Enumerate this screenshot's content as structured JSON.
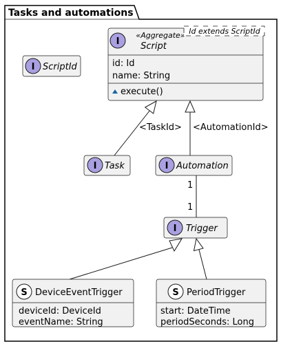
{
  "package": {
    "title": "Tasks and automations"
  },
  "classes": {
    "script": {
      "kind": "I",
      "stereotype": "«Aggregate»",
      "name": "Script",
      "type_param": "Id extends ScriptId",
      "fields": [
        "id: Id",
        "name: String"
      ],
      "methods": [
        "execute()"
      ]
    },
    "scriptid": {
      "kind": "I",
      "name": "ScriptId"
    },
    "task": {
      "kind": "I",
      "name": "Task"
    },
    "automation": {
      "kind": "I",
      "name": "Automation"
    },
    "trigger": {
      "kind": "I",
      "name": "Trigger"
    },
    "device_event_trigger": {
      "kind": "S",
      "name": "DeviceEventTrigger",
      "fields": [
        "deviceId: DeviceId",
        "eventName: String"
      ]
    },
    "period_trigger": {
      "kind": "S",
      "name": "PeriodTrigger",
      "fields": [
        "start: DateTime",
        "periodSeconds: Long"
      ]
    }
  },
  "relations": {
    "task_to_script": "<TaskId>",
    "automation_to_script": "<AutomationId>",
    "automation_multiplicity": "1",
    "trigger_multiplicity": "1"
  },
  "colors": {
    "interface_badge": "#a9a0e1",
    "struct_badge": "#ffffff",
    "class_fill": "#f1f1f1",
    "method_visibility": "#1963a0"
  },
  "icons": {
    "method_visibility": "package-visibility-triangle-icon"
  }
}
